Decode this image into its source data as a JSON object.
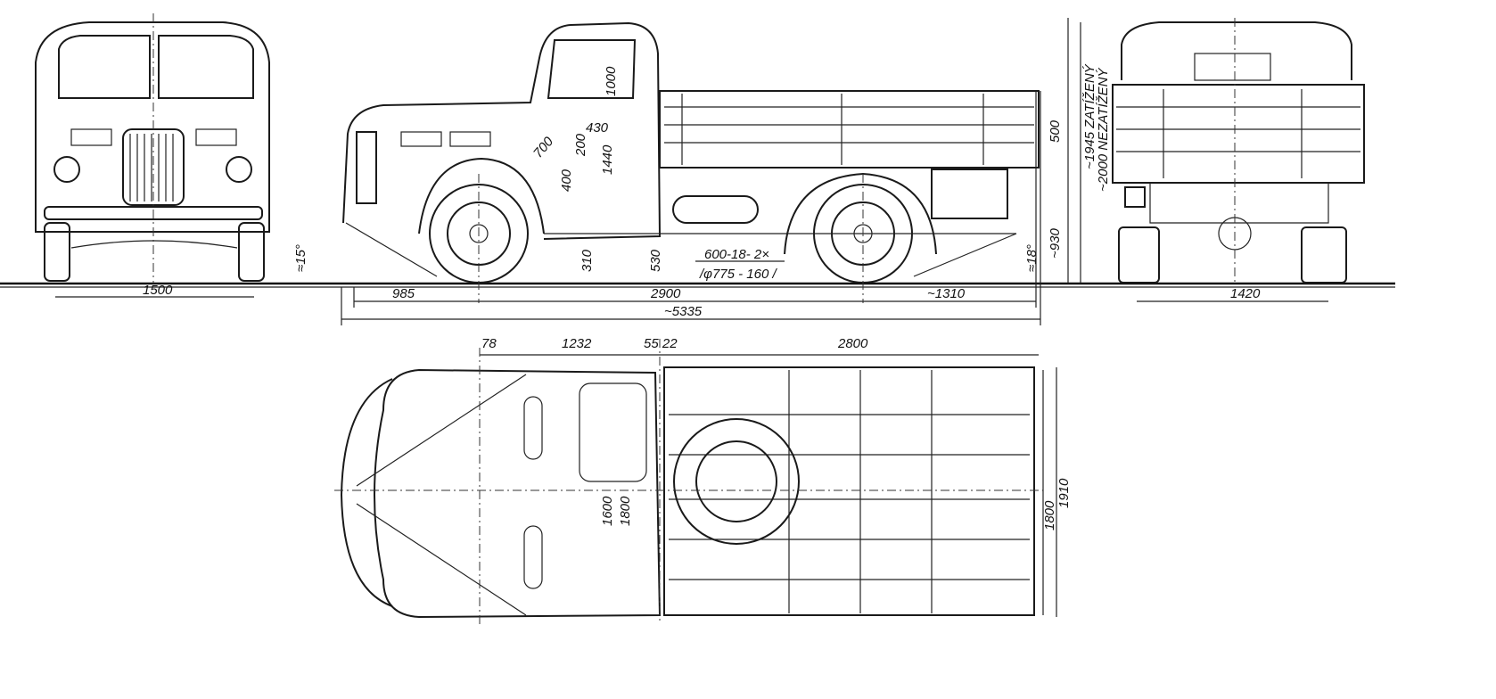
{
  "front_view": {
    "width": "1500",
    "approach_angle": "≈15°"
  },
  "side_view": {
    "cab_height": "1000",
    "seat_430": "430",
    "seat_200": "200",
    "steering_700": "700",
    "height_1440": "1440",
    "seat_400": "400",
    "sideboard_height": "500",
    "platform_height": "~930",
    "ground_clearance_front": "310",
    "ground_clearance_cab": "530",
    "tyre_size": "600-18- 2×",
    "tyre_dims": "/φ775 - 160 /",
    "departure_angle": "≈18°",
    "front_overhang": "985",
    "wheelbase": "2900",
    "rear_overhang": "~1310",
    "overall_length": "~5335"
  },
  "height_labels": {
    "loaded": "~1945 ZATÍŽENÝ",
    "unloaded": "~2000 NEZATÍŽENÝ"
  },
  "rear_view": {
    "track": "1420"
  },
  "top_view": {
    "dim_78": "78",
    "dim_1232": "1232",
    "dim_55_22": "55 22",
    "bed_length": "2800",
    "cab_width_1600": "1600",
    "cab_width_1800": "1800",
    "bed_inner_width": "1800",
    "bed_outer_width": "1910"
  }
}
